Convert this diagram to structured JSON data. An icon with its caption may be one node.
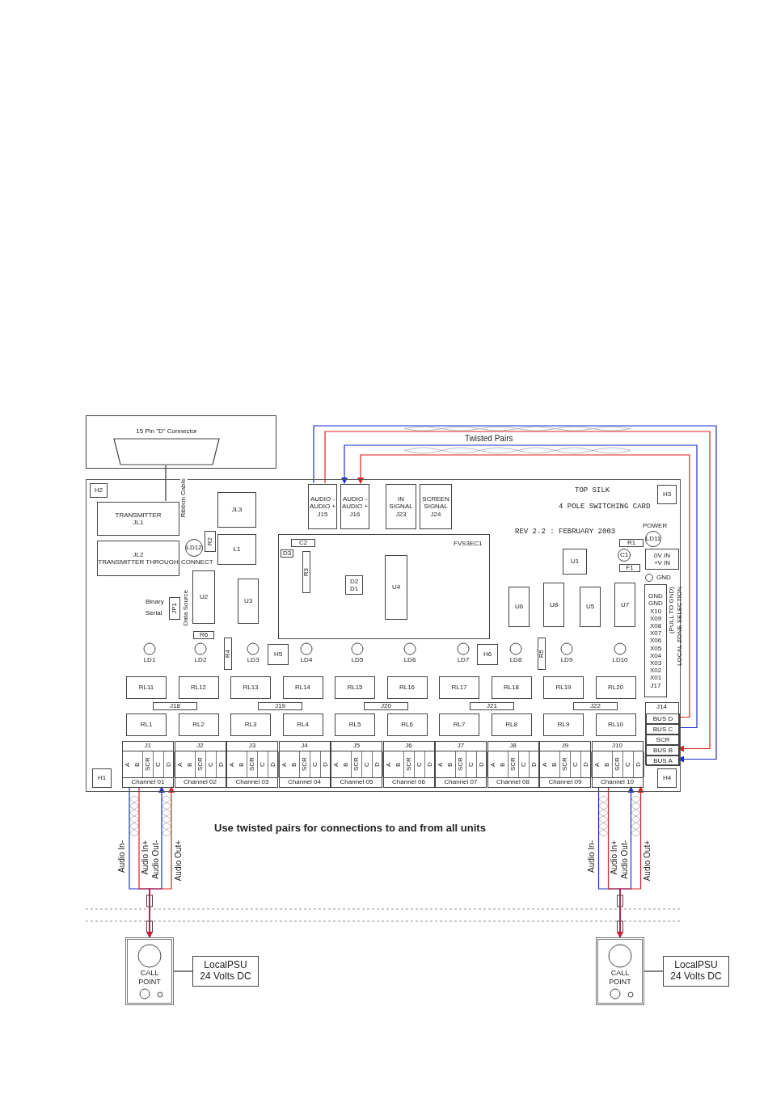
{
  "diagram": {
    "nodes": [
      {
        "text": [],
        "shape": "box"
      },
      {
        "text": [
          "15 Pin \"D\" Connector"
        ],
        "in": 0
      },
      {
        "text": [
          "TOP SILK",
          "4 POLE SWITCHING CARD",
          "REV 2.2 : FEBRUARY 2003"
        ]
      },
      {
        "text": [
          "H2"
        ],
        "in": 2
      },
      {
        "text": [
          "TRANSMITTER",
          "JL1"
        ],
        "in": 2
      },
      {
        "text": [
          "JL2",
          "TRANSMITTER THROUGH"
        ],
        "in": 2
      },
      {
        "text": [
          "JL3"
        ],
        "in": 2
      },
      {
        "text": [
          "LD12"
        ],
        "beside": [
          "CONNECT"
        ],
        "in": 2
      },
      {
        "text": [
          "R2"
        ],
        "in": 2
      },
      {
        "text": [
          "L1"
        ],
        "in": 2
      },
      {
        "text": [
          "JP1"
        ],
        "beside": [
          "Binary",
          "Serial",
          "Data Source"
        ],
        "in": 2
      },
      {
        "text": [
          "U2"
        ],
        "in": 2
      },
      {
        "text": [
          "U3"
        ],
        "in": 2
      },
      {
        "text": [
          "R6"
        ],
        "in": 2
      },
      {
        "text": [
          "R4"
        ],
        "in": 2
      },
      {
        "text": [
          "AUDIO -",
          "AUDIO +",
          "J15"
        ],
        "in": 2
      },
      {
        "text": [
          "AUDIO -",
          "AUDIO +",
          "J16"
        ],
        "in": 2
      },
      {
        "text": [
          "IN",
          "SIGNAL",
          "J23"
        ],
        "in": 2
      },
      {
        "text": [
          "SCREEN",
          "SIGNAL",
          "J24"
        ],
        "in": 2
      },
      {
        "text": [
          "FVS3EC1"
        ],
        "in": 2
      },
      {
        "text": [
          "C2"
        ],
        "in": 19
      },
      {
        "text": [
          "D3"
        ],
        "in": 19
      },
      {
        "text": [
          "R3"
        ],
        "in": 19
      },
      {
        "text": [
          "D2",
          "D1"
        ],
        "in": 19
      },
      {
        "text": [
          "U4"
        ],
        "in": 19
      },
      {
        "text": [
          "U1"
        ],
        "in": 2
      },
      {
        "text": [
          "R1"
        ],
        "in": 2
      },
      {
        "text": [
          "C1"
        ],
        "in": 2
      },
      {
        "text": [
          "F1"
        ],
        "in": 2
      },
      {
        "text": [
          "LD11"
        ],
        "beside": [
          "POWER"
        ],
        "in": 2
      },
      {
        "text": [
          "0V IN",
          "+V IN"
        ],
        "in": 2
      },
      {
        "text": [],
        "shape": "circle",
        "beside": [
          "GND"
        ],
        "in": 2
      },
      {
        "text": [
          "U6"
        ],
        "in": 2
      },
      {
        "text": [
          "U8"
        ],
        "in": 2
      },
      {
        "text": [
          "U5"
        ],
        "in": 2
      },
      {
        "text": [
          "U7"
        ],
        "in": 2
      },
      {
        "text": [
          "GND",
          "GND",
          "X10",
          "X09",
          "X08",
          "X07",
          "X06",
          "X05",
          "X04",
          "X03",
          "X02",
          "X01",
          "J17"
        ],
        "beside": [
          "(PULL TO GND)",
          "LOCAL ZONE SELECTION"
        ],
        "in": 2
      },
      {
        "text": [
          "LD1"
        ],
        "in": 2
      },
      {
        "text": [
          "LD2"
        ],
        "in": 2
      },
      {
        "text": [
          "LD3"
        ],
        "in": 2
      },
      {
        "text": [
          "LD4"
        ],
        "in": 2
      },
      {
        "text": [
          "LD5"
        ],
        "in": 2
      },
      {
        "text": [
          "LD6"
        ],
        "in": 2
      },
      {
        "text": [
          "LD7"
        ],
        "in": 2
      },
      {
        "text": [
          "LD8"
        ],
        "in": 2
      },
      {
        "text": [
          "LD9"
        ],
        "in": 2
      },
      {
        "text": [
          "LD10"
        ],
        "in": 2
      },
      {
        "text": [
          "H5"
        ],
        "in": 2
      },
      {
        "text": [
          "H6"
        ],
        "in": 2
      },
      {
        "text": [
          "R5"
        ],
        "in": 2
      },
      {
        "text": [
          "RL11"
        ],
        "in": 2
      },
      {
        "text": [
          "RL12"
        ],
        "in": 2
      },
      {
        "text": [
          "RL13"
        ],
        "in": 2
      },
      {
        "text": [
          "RL14"
        ],
        "in": 2
      },
      {
        "text": [
          "RL15"
        ],
        "in": 2
      },
      {
        "text": [
          "RL16"
        ],
        "in": 2
      },
      {
        "text": [
          "RL17"
        ],
        "in": 2
      },
      {
        "text": [
          "RL18"
        ],
        "in": 2
      },
      {
        "text": [
          "RL19"
        ],
        "in": 2
      },
      {
        "text": [
          "RL20"
        ],
        "in": 2
      },
      {
        "text": [
          "J18"
        ],
        "in": 2
      },
      {
        "text": [
          "J19"
        ],
        "in": 2
      },
      {
        "text": [
          "J20"
        ],
        "in": 2
      },
      {
        "text": [
          "J21"
        ],
        "in": 2
      },
      {
        "text": [
          "J22"
        ],
        "in": 2
      },
      {
        "text": [
          "RL1"
        ],
        "in": 2
      },
      {
        "text": [
          "RL2"
        ],
        "in": 2
      },
      {
        "text": [
          "RL3"
        ],
        "in": 2
      },
      {
        "text": [
          "RL4"
        ],
        "in": 2
      },
      {
        "text": [
          "RL5"
        ],
        "in": 2
      },
      {
        "text": [
          "RL6"
        ],
        "in": 2
      },
      {
        "text": [
          "RL7"
        ],
        "in": 2
      },
      {
        "text": [
          "RL8"
        ],
        "in": 2
      },
      {
        "text": [
          "RL9"
        ],
        "in": 2
      },
      {
        "text": [
          "RL10"
        ],
        "in": 2
      },
      {
        "text": [
          "J14"
        ],
        "in": 2
      },
      {
        "text": [
          "BUS D"
        ],
        "in": 75
      },
      {
        "text": [
          "BUS C"
        ],
        "in": 75
      },
      {
        "text": [
          "SCR"
        ],
        "in": 75
      },
      {
        "text": [
          "BUS B"
        ],
        "in": 75
      },
      {
        "text": [
          "BUS A"
        ],
        "in": 75
      },
      {
        "text": [
          "J1",
          "A",
          "B",
          "SCR",
          "C",
          "D",
          "Channel 01"
        ],
        "in": 2
      },
      {
        "text": [
          "J2",
          "A",
          "B",
          "SCR",
          "C",
          "D",
          "Channel 02"
        ],
        "in": 2
      },
      {
        "text": [
          "J3",
          "A",
          "B",
          "SCR",
          "C",
          "D",
          "Channel 03"
        ],
        "in": 2
      },
      {
        "text": [
          "J4",
          "A",
          "B",
          "SCR",
          "C",
          "D",
          "Channel 04"
        ],
        "in": 2
      },
      {
        "text": [
          "J5",
          "A",
          "B",
          "SCR",
          "C",
          "D",
          "Channel 05"
        ],
        "in": 2
      },
      {
        "text": [
          "J6",
          "A",
          "B",
          "SCR",
          "C",
          "D",
          "Channel 06"
        ],
        "in": 2
      },
      {
        "text": [
          "J7",
          "A",
          "B",
          "SCR",
          "C",
          "D",
          "Channel 07"
        ],
        "in": 2
      },
      {
        "text": [
          "J8",
          "A",
          "B",
          "SCR",
          "C",
          "D",
          "Channel 08"
        ],
        "in": 2
      },
      {
        "text": [
          "J9",
          "A",
          "B",
          "SCR",
          "C",
          "D",
          "Channel 09"
        ],
        "in": 2
      },
      {
        "text": [
          "J10",
          "A",
          "B",
          "SCR",
          "C",
          "D",
          "Channel 10"
        ],
        "in": 2
      },
      {
        "text": [
          "H1"
        ],
        "in": 2
      },
      {
        "text": [
          "H4"
        ],
        "in": 2
      },
      {
        "text": [
          "H3"
        ],
        "in": 2
      },
      {
        "text": [
          "CALL POINT"
        ]
      },
      {
        "text": [
          "LocalPSU 24 Volts DC"
        ]
      },
      {
        "text": [
          "CALL POINT"
        ]
      },
      {
        "text": [
          "LocalPSU 24 Volts DC"
        ]
      }
    ],
    "edges": [
      {
        "from": 1,
        "to": 4,
        "arrow": "none",
        "label": "Ribbon Cable",
        "color": "#333333"
      },
      {
        "from": 15,
        "to": 80,
        "arrow": "to",
        "color": "#1f2fd0"
      },
      {
        "from": 15,
        "to": 79,
        "arrow": "to",
        "color": "#e02020"
      },
      {
        "from": 77,
        "to": 16,
        "arrow": "to",
        "color": "#1f2fd0"
      },
      {
        "from": 76,
        "to": 16,
        "arrow": "to",
        "color": "#e02020"
      },
      {
        "from": 81,
        "to": 94,
        "arrow": "to",
        "label": "Audio In-",
        "color": "#1f2fd0"
      },
      {
        "from": 81,
        "to": 94,
        "arrow": "to",
        "label": "Audio In+",
        "color": "#e02020"
      },
      {
        "from": 94,
        "to": 81,
        "arrow": "to",
        "label": "Audio Out-",
        "color": "#1f2fd0"
      },
      {
        "from": 94,
        "to": 81,
        "arrow": "to",
        "label": "Audio Out+",
        "color": "#e02020"
      },
      {
        "from": 94,
        "to": 95,
        "arrow": "none",
        "color": "#333333"
      },
      {
        "from": 90,
        "to": 96,
        "arrow": "to",
        "label": "Audio In-",
        "color": "#1f2fd0"
      },
      {
        "from": 90,
        "to": 96,
        "arrow": "to",
        "label": "Audio In+",
        "color": "#e02020"
      },
      {
        "from": 96,
        "to": 90,
        "arrow": "to",
        "label": "Audio Out-",
        "color": "#1f2fd0"
      },
      {
        "from": 96,
        "to": 90,
        "arrow": "to",
        "label": "Audio Out+",
        "color": "#e02020"
      },
      {
        "from": 96,
        "to": 97,
        "arrow": "none",
        "color": "#333333"
      }
    ],
    "labels": [
      "Twisted Pairs",
      "Use twisted pairs for connections to and from all units"
    ]
  }
}
